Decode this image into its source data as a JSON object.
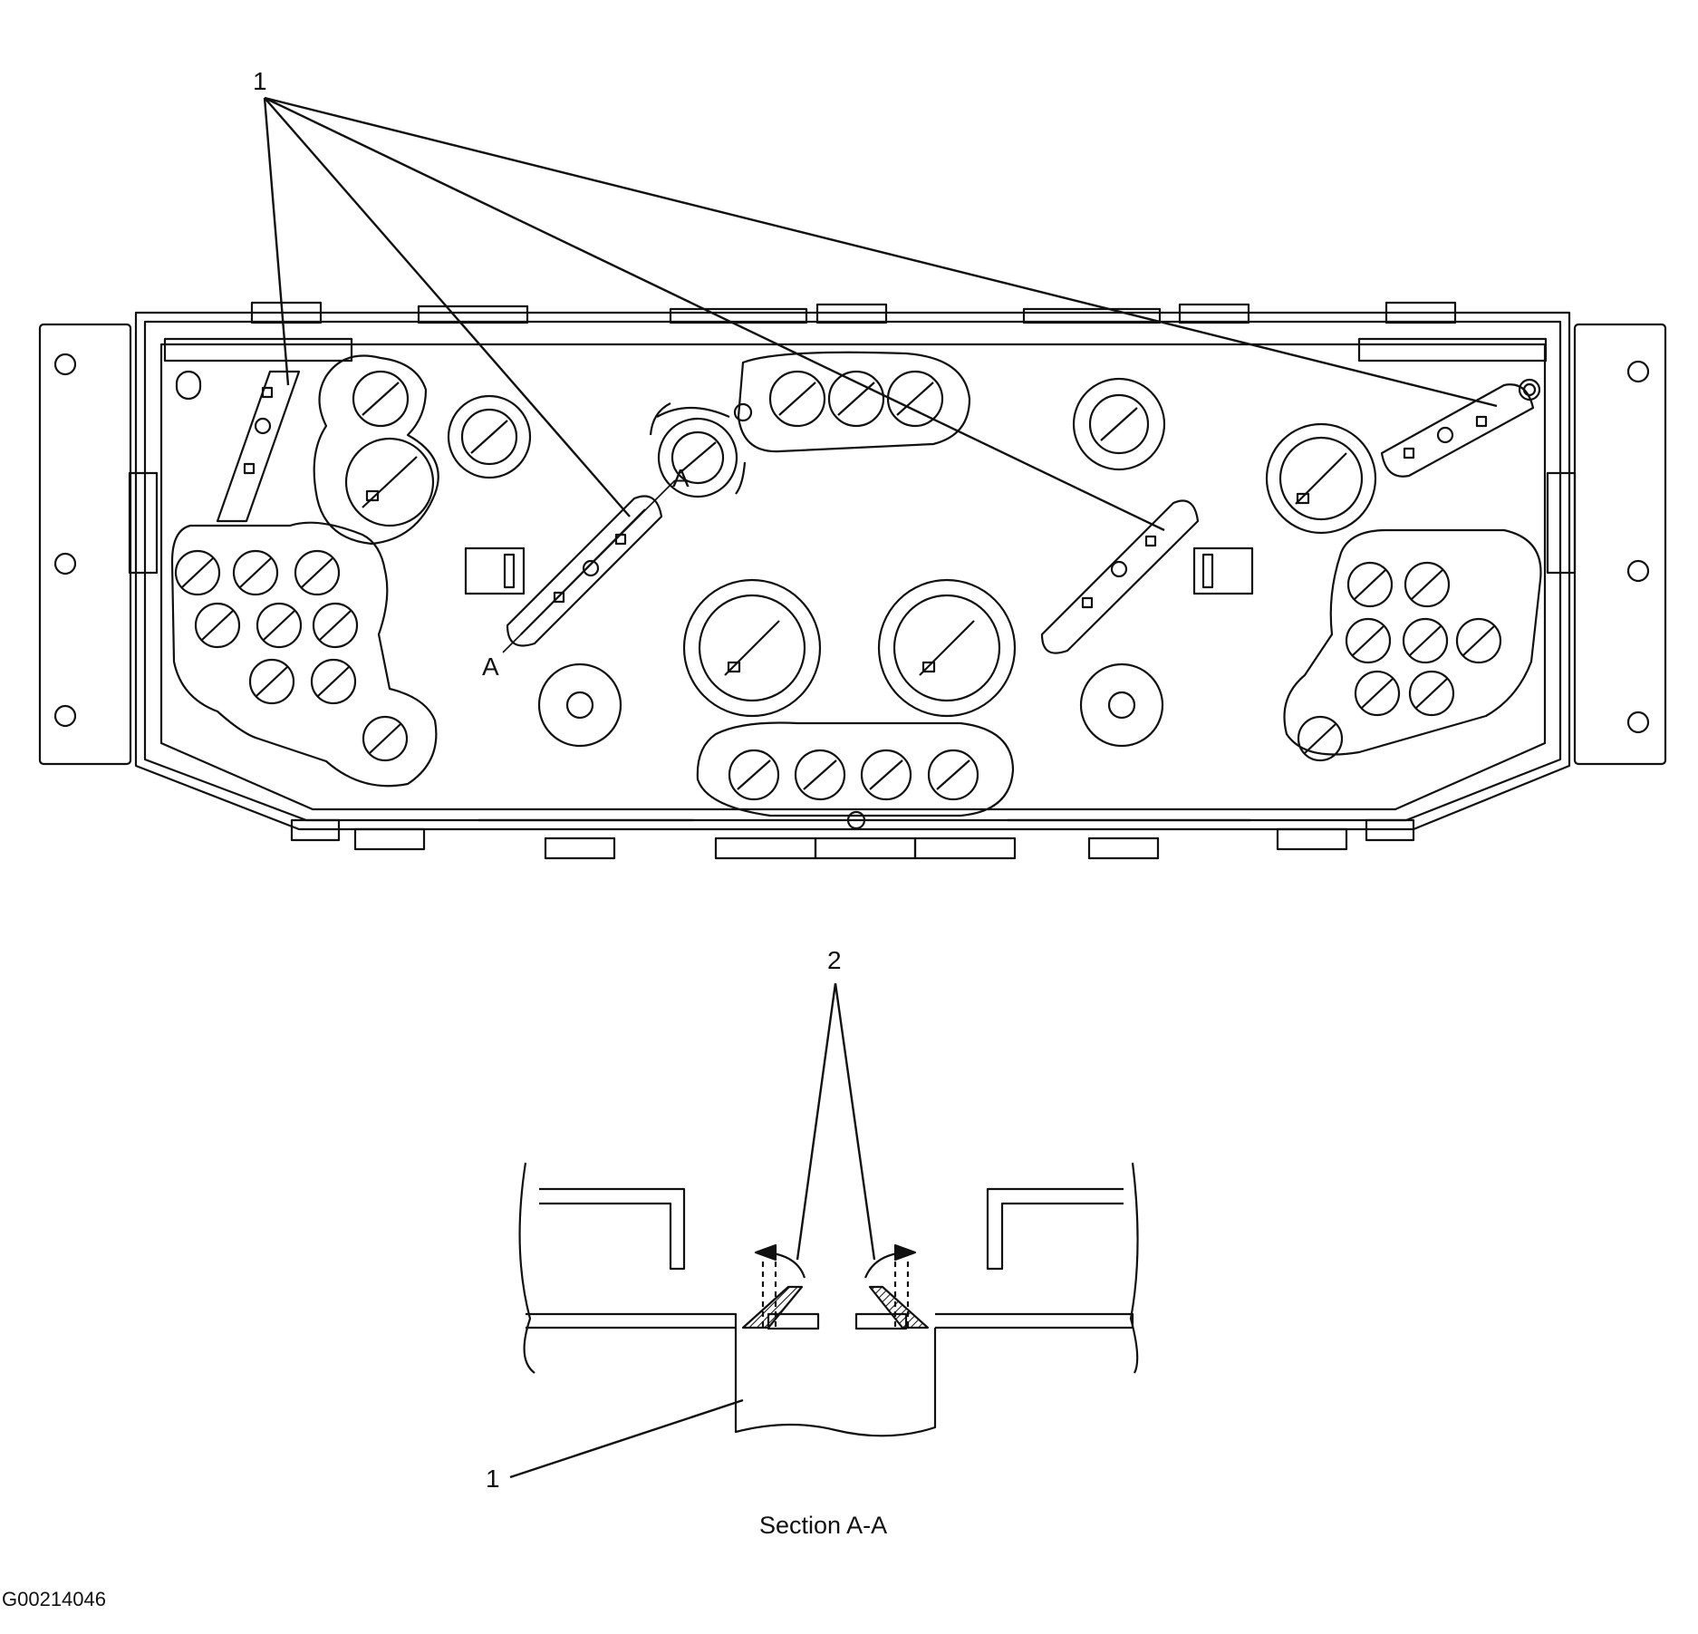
{
  "callouts": {
    "top_1": "1",
    "section_letter_top": "A",
    "section_letter_bottom": "A",
    "section_2": "2",
    "section_1": "1"
  },
  "caption": "Section A-A",
  "figure_id": "G00214046",
  "colors": {
    "stroke": "#111111",
    "background": "#ffffff"
  }
}
